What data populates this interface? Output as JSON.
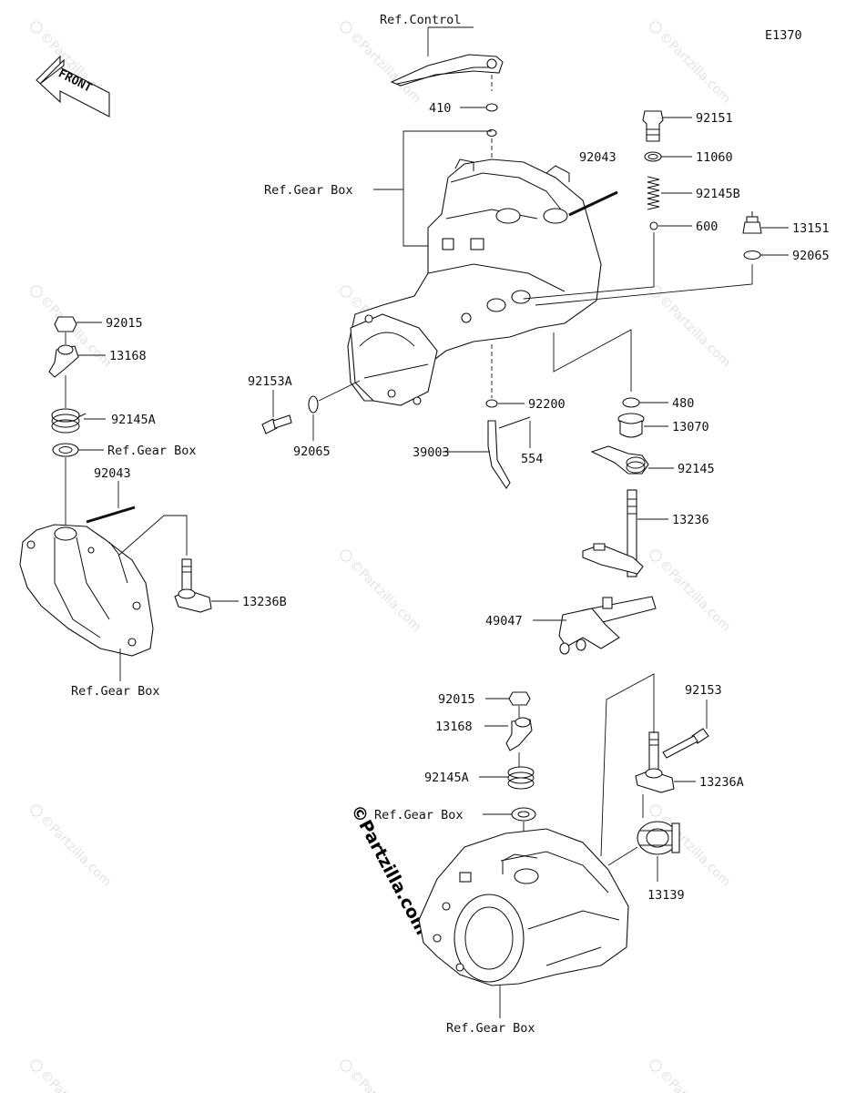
{
  "diagram_code": "E1370",
  "front_arrow_label": "FRONT",
  "watermark_text": "©Partzilla.com",
  "copyright_text": "©Partzilla.com",
  "labels": {
    "ref_control": "Ref.Control",
    "p410": "410",
    "ref_gear_box_top": "Ref.Gear Box",
    "p92043_top": "92043",
    "p92151": "92151",
    "p11060": "11060",
    "p92145b": "92145B",
    "p600": "600",
    "p13151": "13151",
    "p92065_right": "92065",
    "p92015_left": "92015",
    "p13168_left": "13168",
    "p92145a_left": "92145A",
    "ref_gear_box_left": "Ref.Gear Box",
    "p92043_left": "92043",
    "p13236b": "13236B",
    "ref_gear_box_left_bottom": "Ref.Gear Box",
    "p92153a": "92153A",
    "p92065_mid": "92065",
    "p92200": "92200",
    "p39003": "39003",
    "p554": "554",
    "p480": "480",
    "p13070": "13070",
    "p92145": "92145",
    "p13236": "13236",
    "p49047": "49047",
    "p92015_bottom": "92015",
    "p13168_bottom": "13168",
    "p92145a_bottom": "92145A",
    "ref_gear_box_bottom_upper": "Ref.Gear Box",
    "p92153": "92153",
    "p13236a": "13236A",
    "p13139": "13139",
    "ref_gear_box_bottom": "Ref.Gear Box"
  }
}
